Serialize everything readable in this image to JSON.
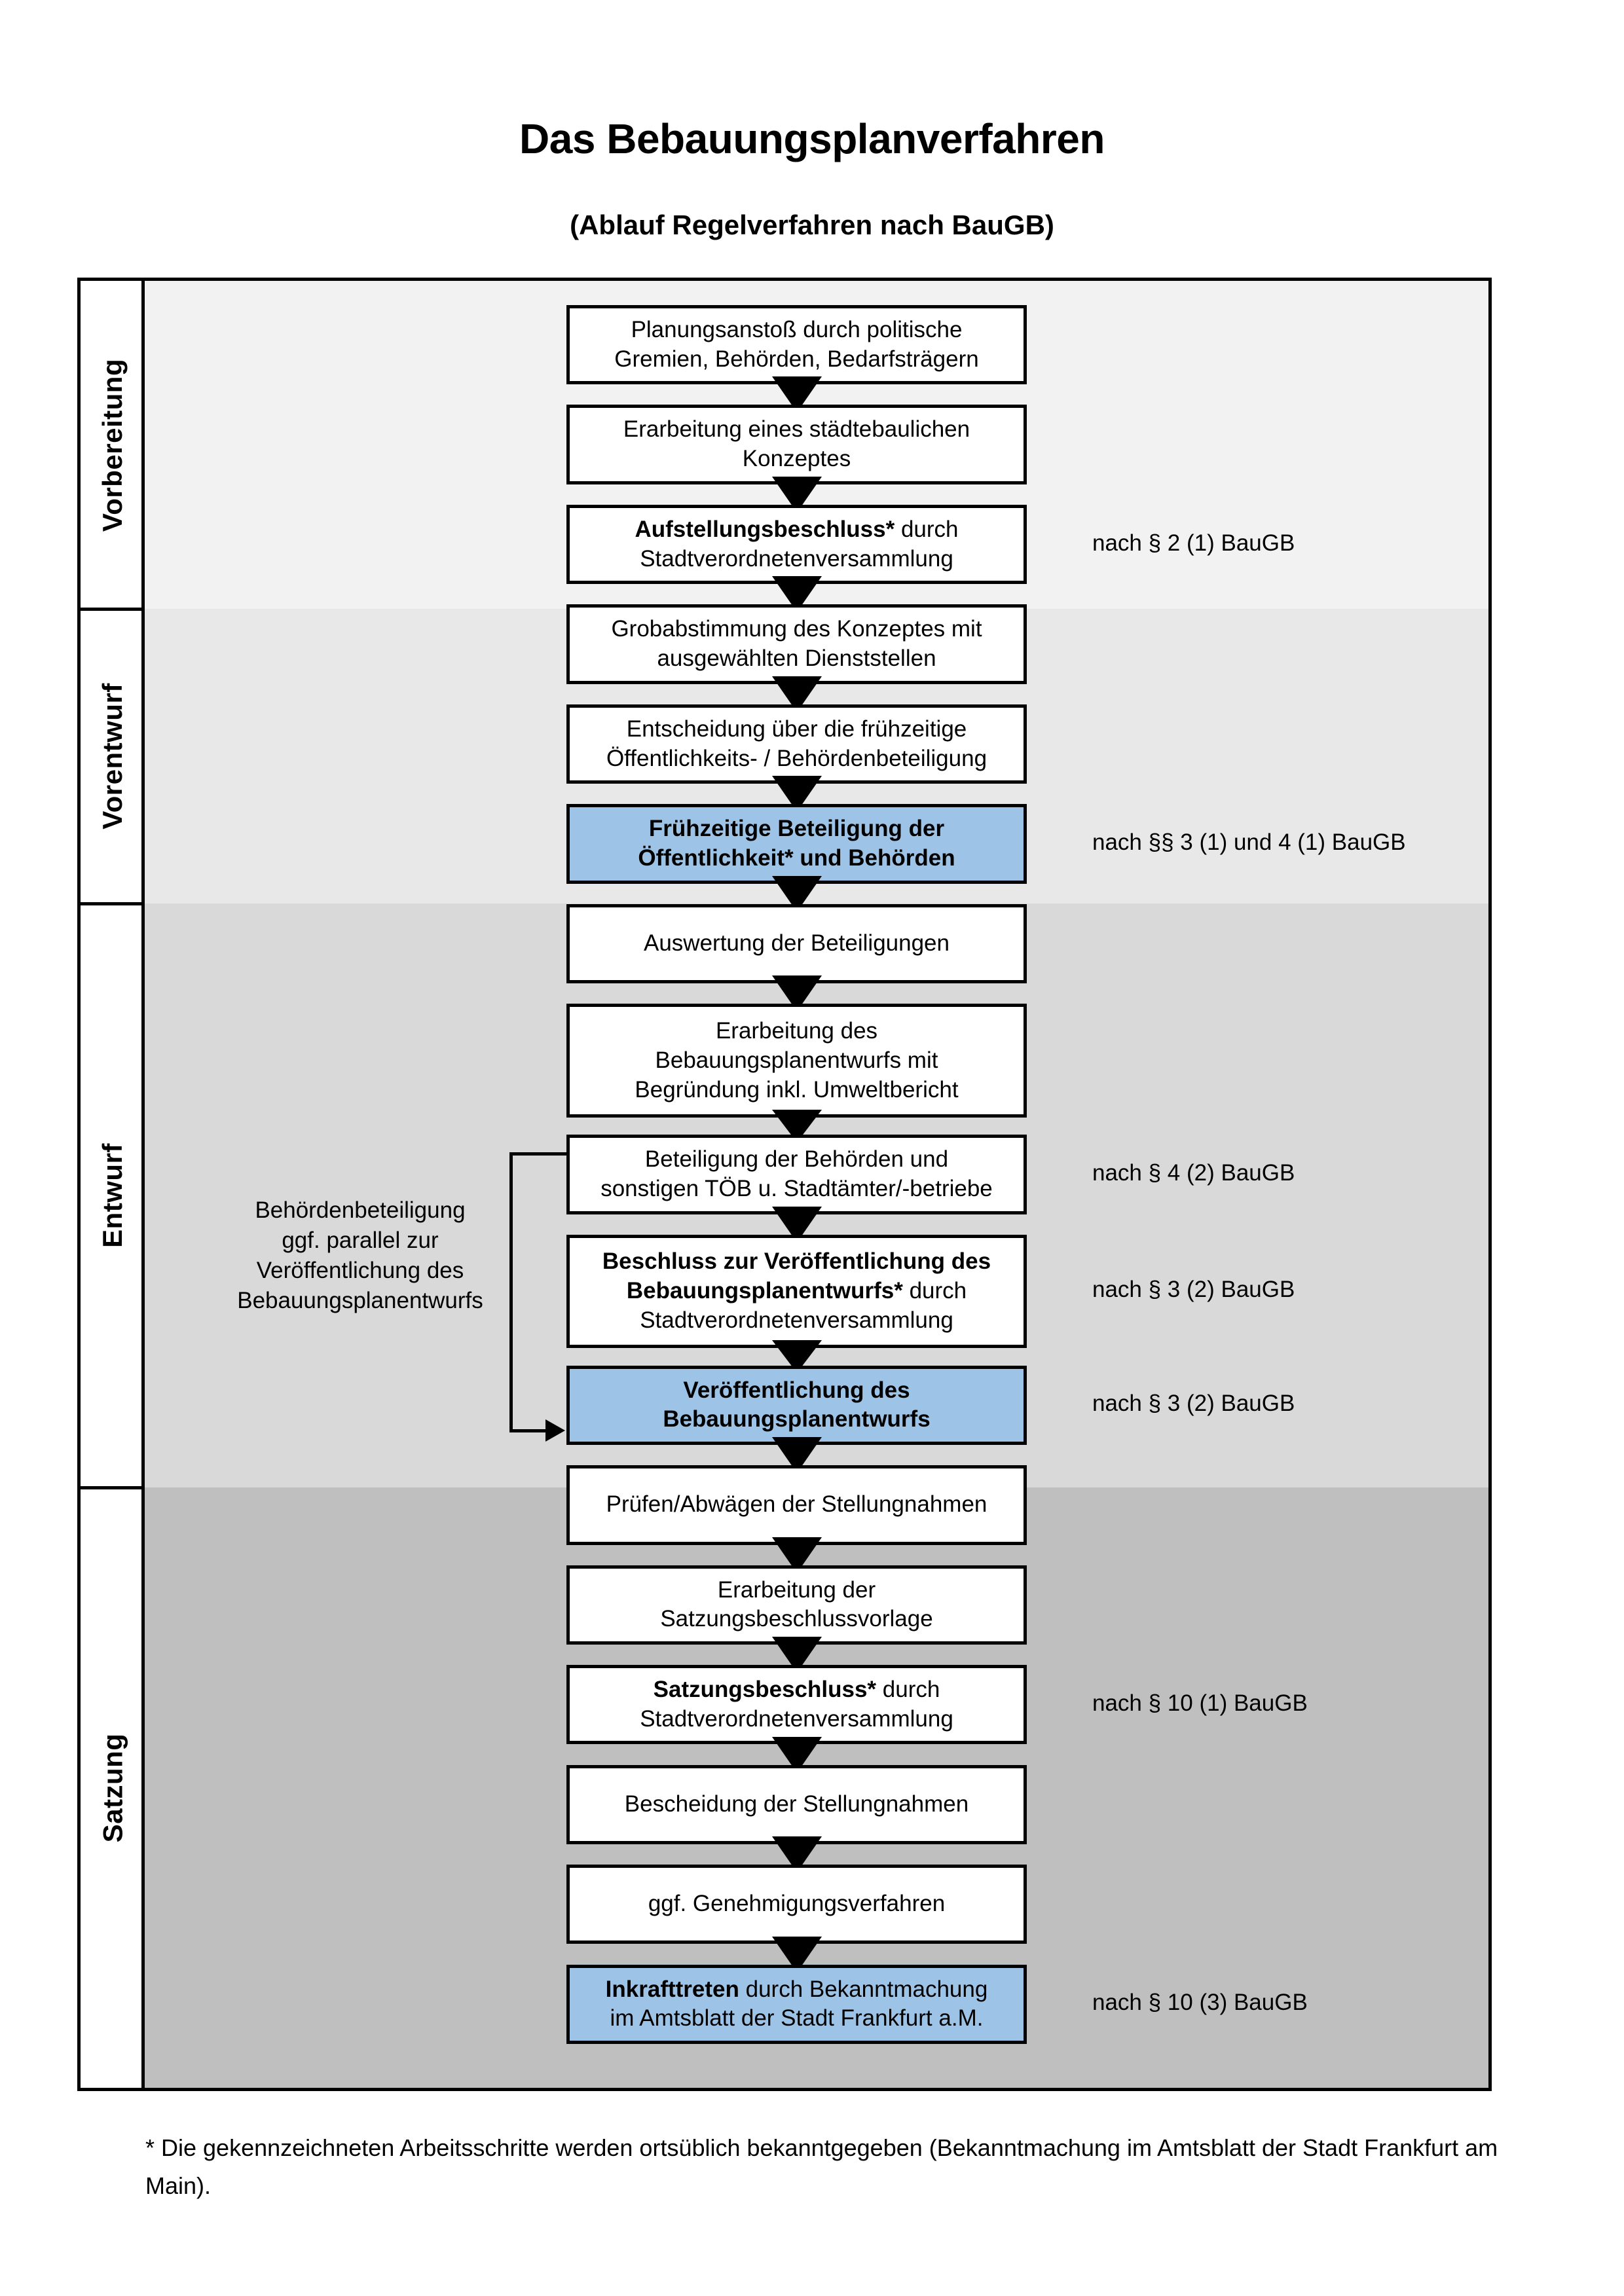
{
  "document": {
    "title": "Das Bebauungsplanverfahren",
    "subtitle": "(Ablauf Regelverfahren nach BauGB)",
    "footnote": "* Die gekennzeichneten Arbeitsschritte werden ortsüblich bekanntgegeben (Bekanntmachung im Amtsblatt  der Stadt Frankfurt am Main)."
  },
  "colors": {
    "highlight": "#9dc3e6",
    "band_vorbereitung": "#f2f2f2",
    "band_vorentwurf": "#e8e8e8",
    "band_entwurf": "#d9d9d9",
    "band_satzung": "#bfbfbf",
    "border": "#000000"
  },
  "phases": [
    {
      "key": "vorbereitung",
      "label": "Vorbereitung"
    },
    {
      "key": "vorentwurf",
      "label": "Vorentwurf"
    },
    {
      "key": "entwurf",
      "label": "Entwurf"
    },
    {
      "key": "satzung",
      "label": "Satzung"
    }
  ],
  "side_note": {
    "lines": [
      "Behördenbeteiligung",
      "ggf. parallel zur",
      "Veröffentlichung des",
      "Bebauungsplanentwurfs"
    ]
  },
  "steps": [
    {
      "id": "s1",
      "phase": "vorbereitung",
      "highlight": false,
      "lines": [
        {
          "text": "Planungsanstoß durch politische",
          "bold": false
        },
        {
          "text": "Gremien, Behörden, Bedarfsträgern",
          "bold": false
        }
      ]
    },
    {
      "id": "s2",
      "phase": "vorbereitung",
      "highlight": false,
      "lines": [
        {
          "text": "Erarbeitung eines städtebaulichen",
          "bold": false
        },
        {
          "text": "Konzeptes",
          "bold": false
        }
      ]
    },
    {
      "id": "s3",
      "phase": "vorbereitung",
      "highlight": false,
      "lines": [
        {
          "text": "Aufstellungsbeschluss*",
          "bold": true,
          "suffix": " durch"
        },
        {
          "text": "Stadtverordnetenversammlung",
          "bold": false
        }
      ]
    },
    {
      "id": "s4",
      "phase": "vorentwurf",
      "highlight": false,
      "lines": [
        {
          "text": "Grobabstimmung des Konzeptes mit",
          "bold": false
        },
        {
          "text": "ausgewählten Dienststellen",
          "bold": false
        }
      ]
    },
    {
      "id": "s5",
      "phase": "vorentwurf",
      "highlight": false,
      "lines": [
        {
          "text": "Entscheidung über die frühzeitige",
          "bold": false
        },
        {
          "text": "Öffentlichkeits- / Behördenbeteiligung",
          "bold": false
        }
      ]
    },
    {
      "id": "s6",
      "phase": "vorentwurf",
      "highlight": true,
      "lines": [
        {
          "text": "Frühzeitige Beteiligung der",
          "bold": true
        },
        {
          "text": "Öffentlichkeit* und Behörden",
          "bold": true
        }
      ]
    },
    {
      "id": "s7",
      "phase": "entwurf",
      "highlight": false,
      "lines": [
        {
          "text": "Auswertung der Beteiligungen",
          "bold": false
        }
      ]
    },
    {
      "id": "s8",
      "phase": "entwurf",
      "highlight": false,
      "lines": [
        {
          "text": "Erarbeitung des",
          "bold": false
        },
        {
          "text": "Bebauungsplanentwurfs mit",
          "bold": false
        },
        {
          "text": "Begründung inkl. Umweltbericht",
          "bold": false
        }
      ]
    },
    {
      "id": "s9",
      "phase": "entwurf",
      "highlight": false,
      "lines": [
        {
          "text": "Beteiligung der Behörden und",
          "bold": false
        },
        {
          "text": "sonstigen TÖB u. Stadtämter/-betriebe",
          "bold": false
        }
      ]
    },
    {
      "id": "s10",
      "phase": "entwurf",
      "highlight": false,
      "lines": [
        {
          "text": "Beschluss zur Veröffentlichung des",
          "bold": true
        },
        {
          "text": "Bebauungsplanentwurfs*",
          "bold": true,
          "suffix": " durch"
        },
        {
          "text": "Stadtverordnetenversammlung",
          "bold": false
        }
      ]
    },
    {
      "id": "s11",
      "phase": "entwurf",
      "highlight": true,
      "lines": [
        {
          "text": "Veröffentlichung des",
          "bold": true
        },
        {
          "text": "Bebauungsplanentwurfs",
          "bold": true
        }
      ]
    },
    {
      "id": "s12",
      "phase": "satzung",
      "highlight": false,
      "lines": [
        {
          "text": "Prüfen/Abwägen der Stellungnahmen",
          "bold": false
        }
      ]
    },
    {
      "id": "s13",
      "phase": "satzung",
      "highlight": false,
      "lines": [
        {
          "text": "Erarbeitung der",
          "bold": false
        },
        {
          "text": "Satzungsbeschlussvorlage",
          "bold": false
        }
      ]
    },
    {
      "id": "s14",
      "phase": "satzung",
      "highlight": false,
      "lines": [
        {
          "text": "Satzungsbeschluss*",
          "bold": true,
          "suffix": " durch"
        },
        {
          "text": "Stadtverordnetenversammlung",
          "bold": false
        }
      ]
    },
    {
      "id": "s15",
      "phase": "satzung",
      "highlight": false,
      "lines": [
        {
          "text": "Bescheidung der Stellungnahmen",
          "bold": false
        }
      ]
    },
    {
      "id": "s16",
      "phase": "satzung",
      "highlight": false,
      "lines": [
        {
          "text": "ggf. Genehmigungsverfahren",
          "bold": false
        }
      ]
    },
    {
      "id": "s17",
      "phase": "satzung",
      "highlight": true,
      "lines": [
        {
          "text": "Inkrafttreten",
          "bold": true,
          "suffix": " durch Bekanntmachung"
        },
        {
          "text": "im Amtsblatt der Stadt Frankfurt a.M.",
          "bold": false
        }
      ]
    }
  ],
  "legal_references": [
    {
      "id": "r1",
      "text": "nach § 2 (1) BauGB",
      "for_step": "s3"
    },
    {
      "id": "r2",
      "text": "nach §§ 3 (1) und 4 (1) BauGB",
      "for_step": "s6"
    },
    {
      "id": "r3",
      "text": "nach § 4 (2) BauGB",
      "for_step": "s9"
    },
    {
      "id": "r4",
      "text": "nach § 3 (2) BauGB",
      "for_step": "s10"
    },
    {
      "id": "r5",
      "text": "nach § 3 (2) BauGB",
      "for_step": "s11"
    },
    {
      "id": "r6",
      "text": "nach § 10 (1) BauGB",
      "for_step": "s14"
    },
    {
      "id": "r7",
      "text": "nach § 10 (3) BauGB",
      "for_step": "s17"
    }
  ]
}
